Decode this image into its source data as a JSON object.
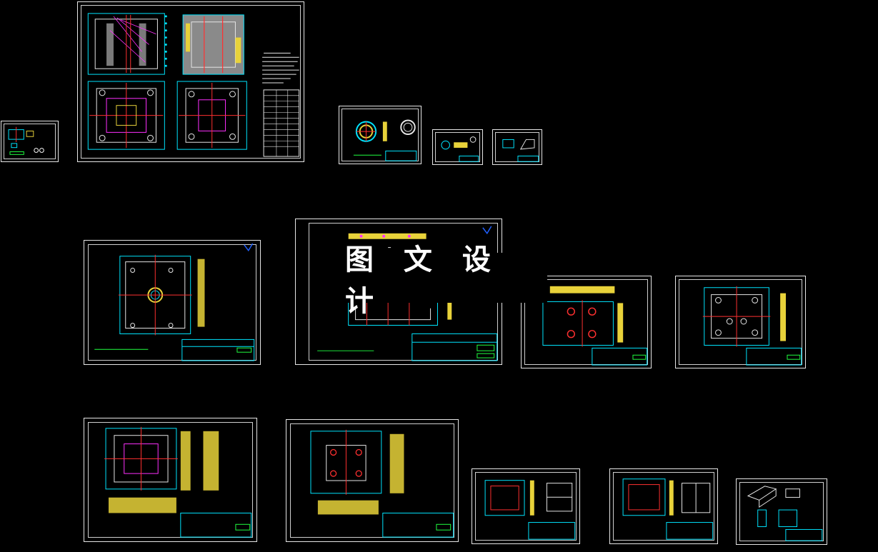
{
  "watermark": {
    "text": "图 文 设 计"
  },
  "colors": {
    "background": "#000000",
    "sheet_border": "#e6e6e6",
    "cyan": "#00e5ff",
    "yellow": "#e8d23a",
    "red": "#ff3030",
    "magenta": "#ff30ff",
    "green": "#20ff40",
    "blue": "#2060ff"
  },
  "sheets": [
    {
      "id": "assembly-sheet",
      "icon": "drawing-sheet-icon"
    },
    {
      "id": "small-left-sheet",
      "icon": "drawing-sheet-icon"
    },
    {
      "id": "ring-part-sheet",
      "icon": "drawing-sheet-icon"
    },
    {
      "id": "small-part-sheet-1",
      "icon": "drawing-sheet-icon"
    },
    {
      "id": "small-part-sheet-2",
      "icon": "drawing-sheet-icon"
    },
    {
      "id": "plate-sheet-1",
      "icon": "drawing-sheet-icon"
    },
    {
      "id": "plate-sheet-2",
      "icon": "drawing-sheet-icon"
    },
    {
      "id": "plate-sheet-3",
      "icon": "drawing-sheet-icon"
    },
    {
      "id": "plate-sheet-4",
      "icon": "drawing-sheet-icon"
    },
    {
      "id": "plate-sheet-5",
      "icon": "drawing-sheet-icon"
    },
    {
      "id": "plate-sheet-6",
      "icon": "drawing-sheet-icon"
    },
    {
      "id": "cavity-sheet-1",
      "icon": "drawing-sheet-icon"
    },
    {
      "id": "cavity-sheet-2",
      "icon": "drawing-sheet-icon"
    },
    {
      "id": "part-3d-sheet",
      "icon": "drawing-sheet-icon"
    }
  ]
}
